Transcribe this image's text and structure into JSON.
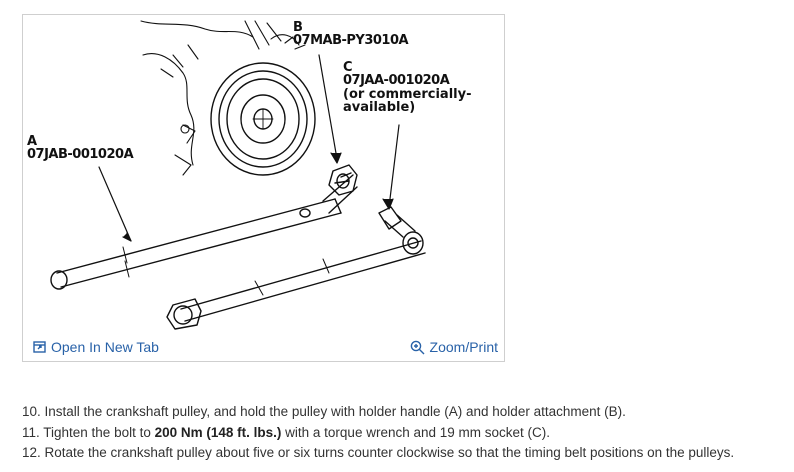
{
  "figure": {
    "callouts": {
      "a": {
        "letter": "A",
        "code": "07JAB-001020A"
      },
      "b": {
        "letter": "B",
        "code": "07MAB-PY3010A"
      },
      "c": {
        "letter": "C",
        "code": "07JAA-001020A",
        "note_line1": "(or commercially-",
        "note_line2": "available)"
      }
    },
    "open_tab_label": "Open In New Tab",
    "zoom_label": "Zoom/Print",
    "link_color": "#2962a8"
  },
  "steps": [
    {
      "pre": "10. Install the crankshaft pulley, and hold the pulley with holder handle (A) and holder attachment (B).",
      "bold": "",
      "post": ""
    },
    {
      "pre": "11. Tighten the bolt to ",
      "bold": "200 Nm (148 ft. lbs.)",
      "post": " with a torque wrench and 19 mm socket (C)."
    },
    {
      "pre": "12. Rotate the crankshaft pulley about five or six turns counter clockwise so that the timing belt positions on the pulleys.",
      "bold": "",
      "post": ""
    }
  ]
}
